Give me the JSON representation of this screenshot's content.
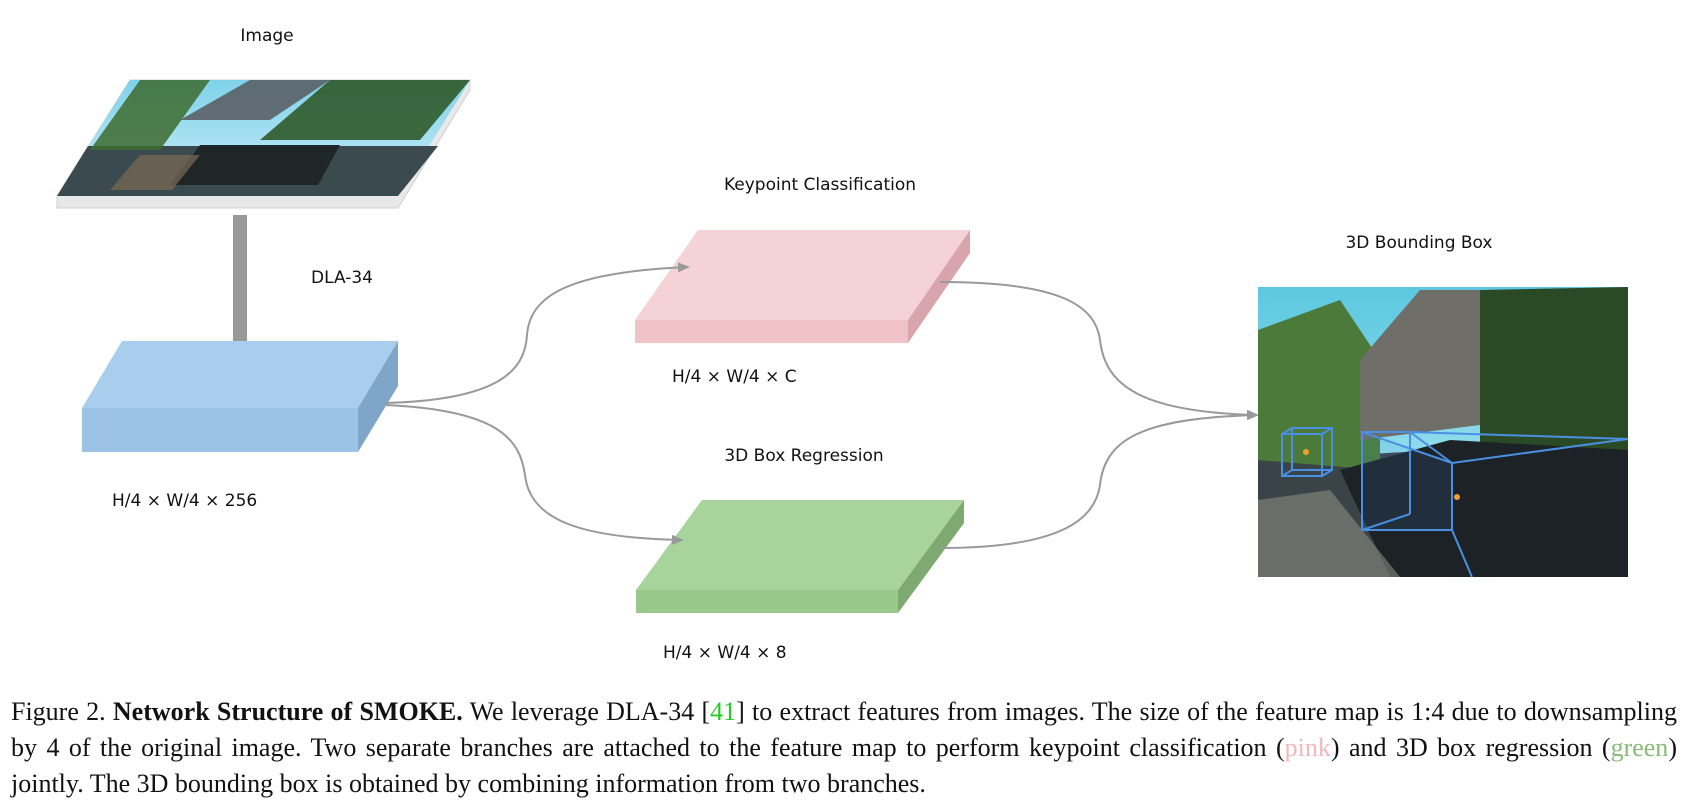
{
  "labels": {
    "image": "Image",
    "backbone": "DLA-34",
    "backbone_dims": "H/4 × W/4 × 256",
    "keypoint_title": "Keypoint Classification",
    "keypoint_dims": "H/4 × W/4 × C",
    "regression_title": "3D Box Regression",
    "regression_dims": "H/4 × W/4 × 8",
    "output_title": "3D Bounding Box"
  },
  "caption": {
    "figure_label": "Figure 2.",
    "bold_title": "Network Structure of SMOKE.",
    "text_1": "We leverage DLA-34 [",
    "citation": "41",
    "text_2": "] to extract features from images. The size of the feature map is 1:4 due to downsampling by 4 of the original image. Two separate branches are attached to the feature map to perform keypoint classification (",
    "pink_word": "pink",
    "text_3": ") and 3D box regression (",
    "green_word": "green",
    "text_4": ") jointly. The 3D bounding box is obtained by combining information from two branches."
  },
  "colors": {
    "backbone_block": "#a9cdec",
    "keypoint_block": "#f5d2d6",
    "regression_block": "#a6d49a",
    "arrow": "#999999",
    "citation": "#22cc22",
    "pink_word": "#f2b8c0",
    "green_word": "#88bb77",
    "box_outline": "#4a90e2"
  }
}
